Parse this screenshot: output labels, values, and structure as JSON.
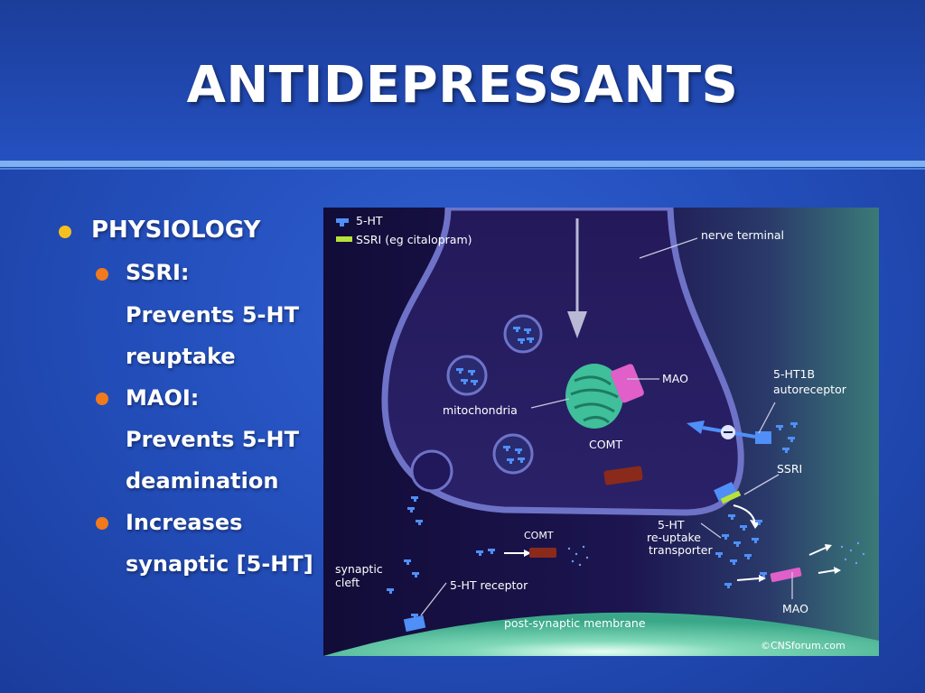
{
  "slide": {
    "title": "ANTIDEPRESSANTS"
  },
  "bullets": {
    "level1": "PHYSIOLOGY",
    "ssri_heading": "SSRI:",
    "ssri_line1": "Prevents 5-HT",
    "ssri_line2": "reuptake",
    "maoi_heading": "MAOI:",
    "maoi_line1": "Prevents 5-HT",
    "maoi_line2": "deamination",
    "inc_line1": "Increases",
    "inc_line2": "synaptic [5-HT]"
  },
  "diagram": {
    "legend": {
      "item1": "5-HT",
      "item2": "SSRI (eg citalopram)"
    },
    "labels": {
      "nerve_terminal": "nerve terminal",
      "mao_top": "MAO",
      "autoreceptor_1": "5-HT1B",
      "autoreceptor_2": "autoreceptor",
      "mitochondria": "mitochondria",
      "comt_top": "COMT",
      "ssri": "SSRI",
      "transporter_1": "5-HT",
      "transporter_2": "re-uptake",
      "transporter_3": "transporter",
      "comt_bottom": "COMT",
      "cleft_1": "synaptic",
      "cleft_2": "cleft",
      "receptor": "5-HT receptor",
      "mao_bottom": "MAO",
      "membrane": "post-synaptic membrane",
      "copyright": "©CNSforum.com"
    }
  },
  "colors": {
    "bullet_primary": "#f4c020",
    "bullet_secondary": "#f07a1c",
    "serotonin": "#3b82f6",
    "ssri": "#b7e23a",
    "mao": "#e05fc8",
    "comt": "#8a2a1a",
    "mitochondria": "#3fbf9a"
  }
}
